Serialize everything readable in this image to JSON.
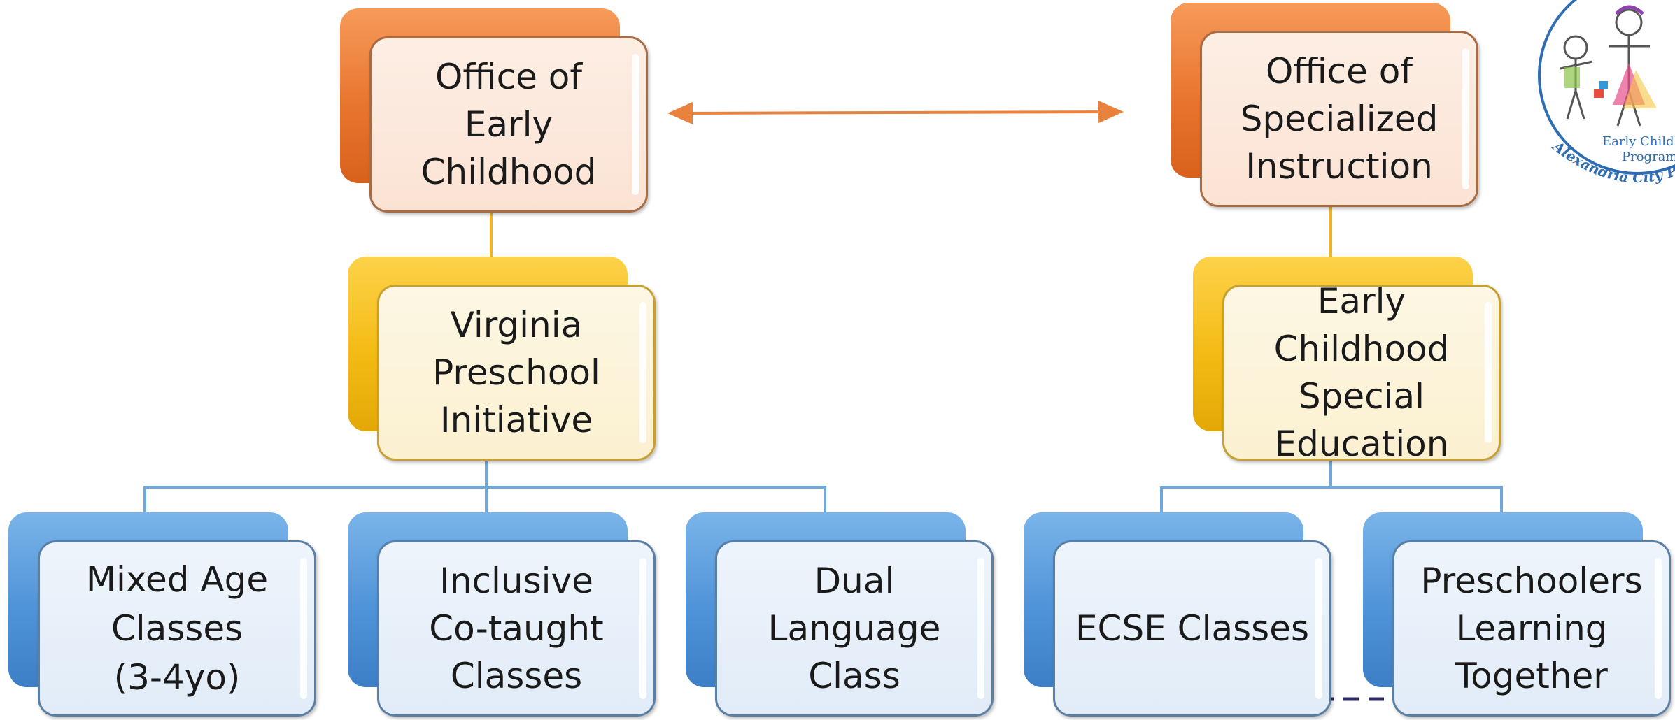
{
  "diagram": {
    "nodes": {
      "office_early_childhood": "Office of\nEarly\nChildhood",
      "office_specialized_instruction": "Office of\nSpecialized\nInstruction",
      "virginia_preschool_initiative": "Virginia\nPreschool\nInitiative",
      "early_childhood_special_education": "Early\nChildhood\nSpecial\nEducation",
      "mixed_age_classes": "Mixed Age\nClasses\n(3-4yo)",
      "inclusive_cotaught_classes": "Inclusive\nCo-taught\nClasses",
      "dual_language_class": "Dual\nLanguage\nClass",
      "ecse_classes": "ECSE Classes",
      "preschoolers_learning_together": "Preschoolers\nLearning\nTogether"
    },
    "logo": {
      "line1": "Early Childhood",
      "line2": "Programs",
      "arc": "Alexandria City Public Schools"
    }
  },
  "colors": {
    "orange": "#e8752f",
    "yellow": "#f4bb14",
    "blue": "#4f93d8",
    "arrow_orange": "#e8823c",
    "arrow_navy": "#2c2a5e",
    "connector_yellow": "#f0b323",
    "connector_blue": "#6fa8dc"
  }
}
